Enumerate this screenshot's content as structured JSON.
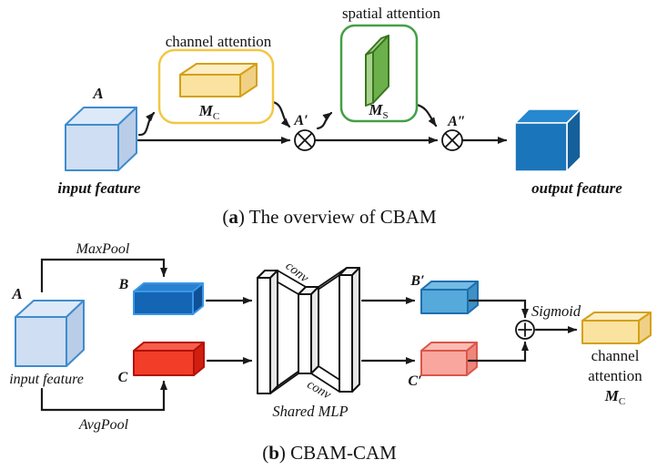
{
  "panel_a": {
    "spatial_attention_label": "spatial attention",
    "channel_attention_label": "channel attention",
    "input_label": "A",
    "mid_label": "A′",
    "out_label": "A″",
    "mc": {
      "m": "M",
      "sub": "C"
    },
    "ms": {
      "m": "M",
      "sub": "S"
    },
    "input_feature_label": "input feature",
    "output_feature_label": "output feature",
    "caption": {
      "open": "(",
      "letter": "a",
      "rest": ") The overview of CBAM"
    }
  },
  "panel_b": {
    "input_label": "A",
    "input_feature_label": "input feature",
    "maxpool_label": "MaxPool",
    "avgpool_label": "AvgPool",
    "b_label": "B",
    "c_label": "C",
    "b_prime_label": "B′",
    "c_prime_label": "C′",
    "conv_top_label": "conv",
    "conv_bottom_label": "conv",
    "shared_mlp_label": "Shared MLP",
    "sigmoid_label": "Sigmoid",
    "output": {
      "line1": "channel",
      "line2": "attention",
      "m": "M",
      "sub": "C"
    },
    "caption": {
      "open": "(",
      "letter": "b",
      "rest": ") CBAM-CAM"
    }
  },
  "colors": {
    "light_cube_front": "#cfdef2",
    "light_cube_top": "#dde9f8",
    "light_cube_side": "#b9cde8",
    "light_cube_stroke": "#3f8ccc",
    "dark_cube_front": "#1b75bb",
    "dark_cube_top": "#2787cf",
    "dark_cube_side": "#15609b",
    "yellow_box_front": "#fae3a1",
    "yellow_box_top": "#fcedc3",
    "yellow_box_side": "#f0d084",
    "yellow_box_stroke": "#d4a017",
    "yellow_border": "#f2c744",
    "green_border": "#43a047",
    "green_slab_face": "#6cb04c",
    "green_slab_edge": "#a9d18e",
    "green_slab_stroke": "#38761d",
    "blue_box_front": "#1565b5",
    "blue_box_top": "#2b80cf",
    "blue_box_side": "#0f5096",
    "blue_box_stroke": "#3a97e8",
    "red_box_front": "#f23d28",
    "red_box_top": "#f65d4b",
    "red_box_side": "#d01f10",
    "red_box_stroke": "#b31106",
    "lblue_box_front": "#55a9db",
    "lblue_box_top": "#74bbe6",
    "lblue_box_side": "#3f90c4",
    "lblue_box_stroke": "#1e6fae",
    "pink_box_front": "#f9a69e",
    "pink_box_top": "#fbbcb4",
    "pink_box_side": "#ef867c",
    "pink_box_stroke": "#d9574b",
    "line_color": "#1a1a1a"
  }
}
